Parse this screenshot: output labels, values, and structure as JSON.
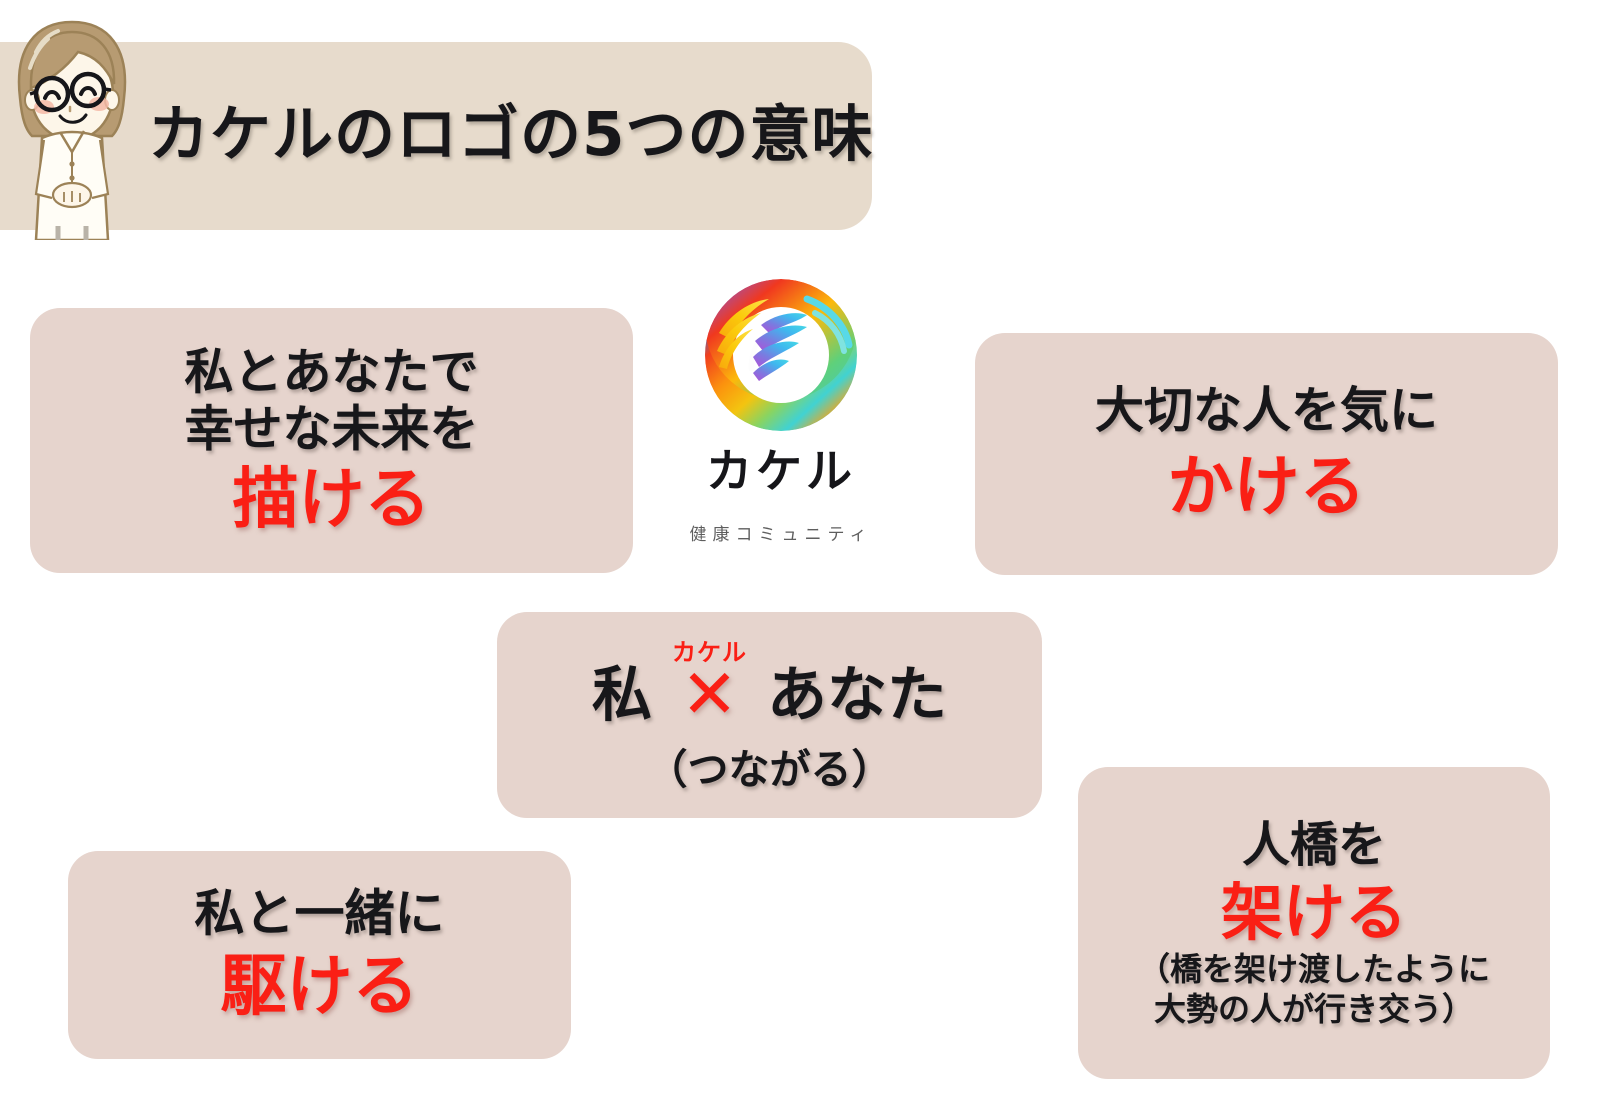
{
  "header": {
    "title": "カケルのロゴの5つの意味",
    "avatar_name": "female-doctor-illustration",
    "banner_color": "#e7dbcc"
  },
  "logo": {
    "name": "カケル",
    "tagline": "健康コミュニティ",
    "mark_name": "rainbow-circle-hand-logo"
  },
  "colors": {
    "box_bg": "#e6d4cd",
    "accent_red": "#fa1f15",
    "text_dark": "#17171a",
    "tagline_gray": "#5e5e5e"
  },
  "boxes": {
    "draw": {
      "line1": "私とあなたで",
      "line2": "幸せな未来を",
      "keyword": "描ける"
    },
    "care": {
      "line1": "大切な人を気に",
      "keyword": "かける"
    },
    "connect": {
      "left_word": "私",
      "ruby": "カケル",
      "cross": "✕",
      "right_word": "あなた",
      "sub": "（つながる）"
    },
    "run": {
      "line1": "私と一緒に",
      "keyword": "駆ける"
    },
    "bridge": {
      "line1": "人橋を",
      "keyword": "架ける",
      "note1": "（橋を架け渡したように",
      "note2": "大勢の人が行き交う）"
    }
  }
}
